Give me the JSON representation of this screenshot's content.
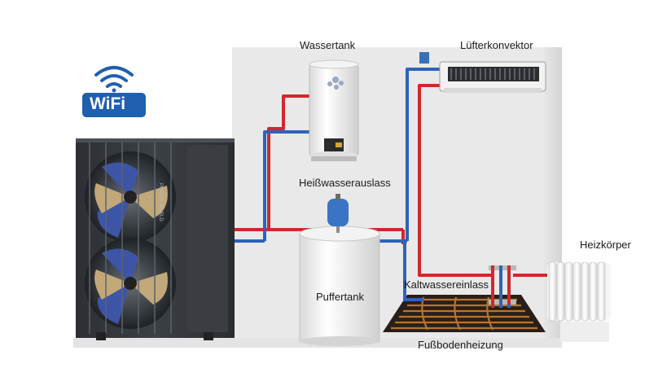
{
  "labels": {
    "water_tank": "Wassertank",
    "fan_convector": "Lüfterkonvektor",
    "hot_water_outlet": "Heißwasserauslass",
    "radiator": "Heizkörper",
    "buffer_tank": "Puffertank",
    "cold_water_inlet": "Kaltwassereinlass",
    "floor_heating": "Fußbodenheizung",
    "wifi": "WiFi",
    "unit_brand": "POWER WORLD"
  },
  "colors": {
    "supply_pipe": "#d0282c",
    "return_pipe": "#2e64b8",
    "wall": "#dedede",
    "unit_body": "#34383c",
    "fan_blade": "#3d55a6",
    "wifi_badge": "#1f5fb0"
  },
  "icons": {
    "wifi": "wifi-icon"
  }
}
